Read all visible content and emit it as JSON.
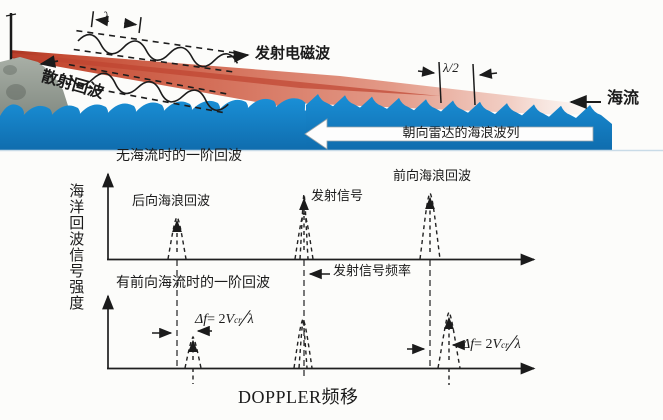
{
  "illustration": {
    "lambda": "λ",
    "transmit_em_wave": "发射电磁波",
    "scattered_echo": "散射回波",
    "half_lambda": "λ/2",
    "ocean_current": "海流",
    "wave_train_toward_radar": "朝向雷达的海浪波列"
  },
  "spectrum": {
    "y_axis_label": "海洋回波信号强度",
    "upper": {
      "title": "无海流时的一阶回波",
      "backward_echo": "后向海浪回波",
      "transmit_signal": "发射信号",
      "forward_echo": "前向海浪回波",
      "transmit_frequency": "发射信号频率"
    },
    "lower": {
      "title": "有前向海流时的一阶回波",
      "doppler_formula": {
        "df": "Δf",
        "eq": " = 2",
        "v": "V",
        "sub": "cr",
        "slash": "∕",
        "lambda": "λ"
      }
    },
    "x_axis_label": "DOPPLER频移"
  },
  "colors": {
    "sea": "#1486cc",
    "beam_core": "#c44a32",
    "rock": "#8a918a",
    "ink": "#1b1b1b"
  }
}
